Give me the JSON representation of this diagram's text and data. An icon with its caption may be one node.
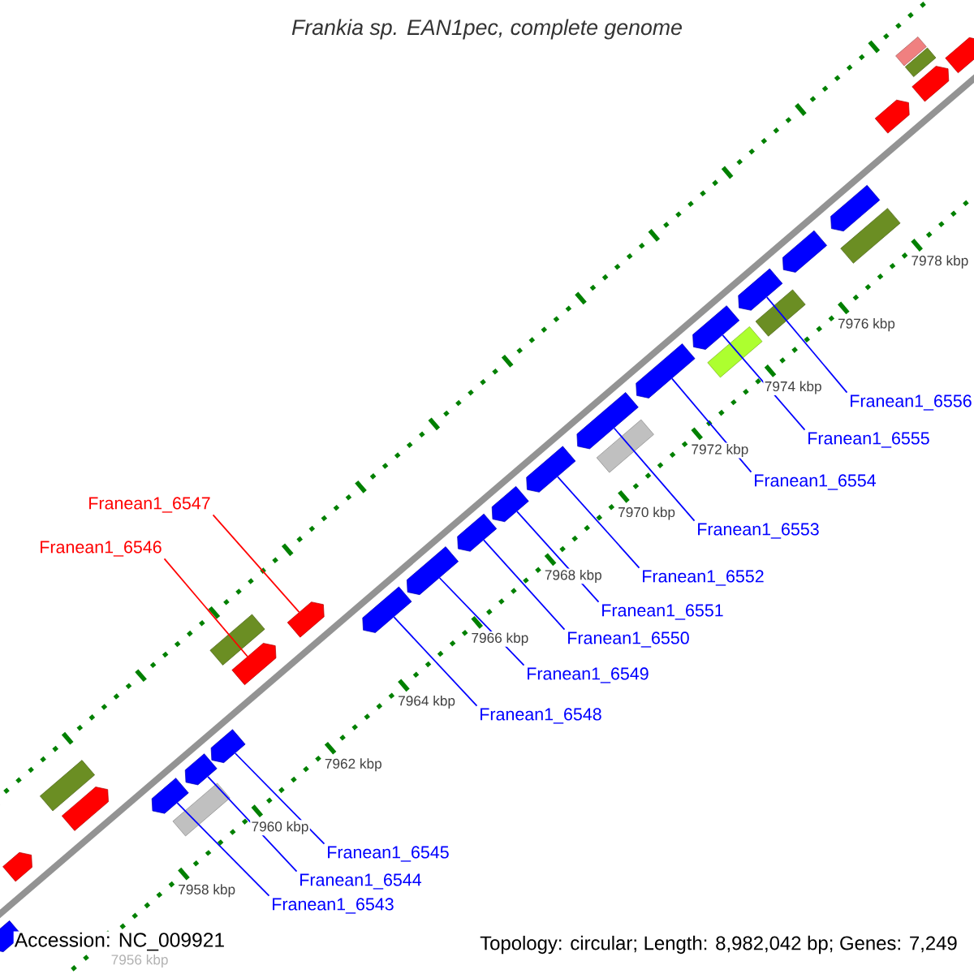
{
  "diagram": {
    "title": "Frankia sp. EAN1pec, complete genome",
    "nodes": [
      {
        "text": [
          "Franean1_6543"
        ]
      },
      {
        "text": [
          "Franean1_6544"
        ]
      },
      {
        "text": [
          "Franean1_6545"
        ]
      },
      {
        "text": [
          "Franean1_6546"
        ]
      },
      {
        "text": [
          "Franean1_6547"
        ]
      },
      {
        "text": [
          "Franean1_6548"
        ]
      },
      {
        "text": [
          "Franean1_6549"
        ]
      },
      {
        "text": [
          "Franean1_6550"
        ]
      },
      {
        "text": [
          "Franean1_6551"
        ]
      },
      {
        "text": [
          "Franean1_6552"
        ]
      },
      {
        "text": [
          "Franean1_6553"
        ]
      },
      {
        "text": [
          "Franean1_6554"
        ]
      },
      {
        "text": [
          "Franean1_6555"
        ]
      },
      {
        "text": [
          "Franean1_6556"
        ]
      },
      {
        "text": [],
        "shape": "pentagon"
      },
      {
        "text": [],
        "shape": "pentagon"
      },
      {
        "text": [],
        "shape": "pentagon"
      },
      {
        "text": [],
        "shape": "bar"
      },
      {
        "text": [],
        "shape": "pentagon"
      },
      {
        "text": [],
        "shape": "bar"
      },
      {
        "text": [],
        "shape": "pentagon"
      },
      {
        "text": [],
        "shape": "pentagon"
      },
      {
        "text": [],
        "shape": "pentagon"
      },
      {
        "text": [],
        "shape": "bar"
      },
      {
        "text": [],
        "shape": "pentagon"
      },
      {
        "text": [],
        "shape": "pentagon"
      },
      {
        "text": [],
        "shape": "pentagon"
      },
      {
        "text": [],
        "shape": "pentagon"
      },
      {
        "text": [],
        "shape": "pentagon"
      },
      {
        "text": [],
        "shape": "pentagon"
      },
      {
        "text": [],
        "shape": "pentagon"
      },
      {
        "text": [],
        "shape": "bar"
      },
      {
        "text": [],
        "shape": "pentagon"
      },
      {
        "text": [],
        "shape": "pentagon"
      },
      {
        "text": [],
        "shape": "bar"
      },
      {
        "text": [],
        "shape": "pentagon"
      },
      {
        "text": [],
        "shape": "bar"
      },
      {
        "text": [],
        "shape": "pentagon"
      },
      {
        "text": [],
        "shape": "bar"
      },
      {
        "text": [],
        "shape": "pentagon"
      },
      {
        "text": [],
        "shape": "pentagon"
      },
      {
        "text": [],
        "shape": "pentagon"
      },
      {
        "text": [],
        "shape": "bar"
      },
      {
        "text": [],
        "shape": "bar"
      },
      {
        "text": [],
        "shape": "pentagon"
      }
    ],
    "edges": [
      {
        "from": 0,
        "to": 18,
        "arrow": "none"
      },
      {
        "from": 1,
        "to": 20,
        "arrow": "none"
      },
      {
        "from": 2,
        "to": 21,
        "arrow": "none"
      },
      {
        "from": 3,
        "to": 22,
        "arrow": "none",
        "color": "#ff0000"
      },
      {
        "from": 4,
        "to": 24,
        "arrow": "none",
        "color": "#ff0000"
      },
      {
        "from": 5,
        "to": 25,
        "arrow": "none"
      },
      {
        "from": 6,
        "to": 26,
        "arrow": "none"
      },
      {
        "from": 7,
        "to": 27,
        "arrow": "none"
      },
      {
        "from": 8,
        "to": 28,
        "arrow": "none"
      },
      {
        "from": 9,
        "to": 29,
        "arrow": "none"
      },
      {
        "from": 10,
        "to": 30,
        "arrow": "none"
      },
      {
        "from": 11,
        "to": 32,
        "arrow": "none"
      },
      {
        "from": 12,
        "to": 33,
        "arrow": "none"
      },
      {
        "from": 13,
        "to": 35,
        "arrow": "none"
      }
    ],
    "labels": [
      "7978 kbp",
      "7976 kbp",
      "7974 kbp",
      "7972 kbp",
      "7970 kbp",
      "7968 kbp",
      "7966 kbp",
      "7964 kbp",
      "7962 kbp",
      "7960 kbp",
      "7958 kbp",
      "7956 kbp",
      "Accession: NC_009921",
      "Topology: circular; Length: 8,982,042 bp; Genes: 7,249"
    ]
  }
}
